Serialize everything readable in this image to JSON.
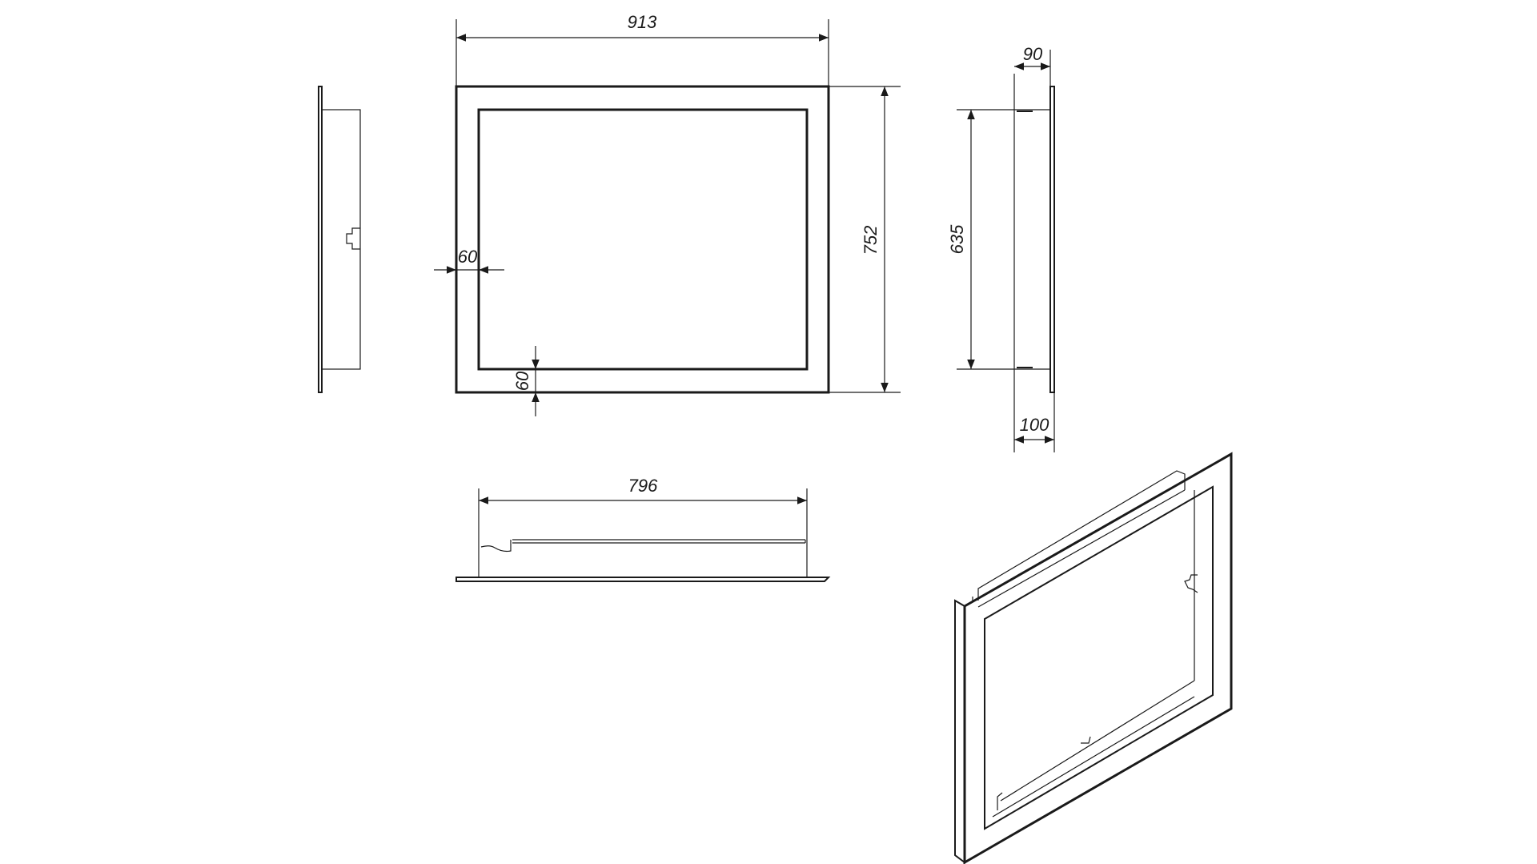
{
  "colors": {
    "line": "#1a1a1a",
    "background": "#ffffff"
  },
  "dimensions": {
    "front_width": "913",
    "front_height": "752",
    "frame_side_width": "60",
    "frame_bottom_height": "60",
    "side_depth_top": "90",
    "side_inner_height": "635",
    "side_depth_bottom": "100",
    "bottom_inner_width": "796"
  }
}
